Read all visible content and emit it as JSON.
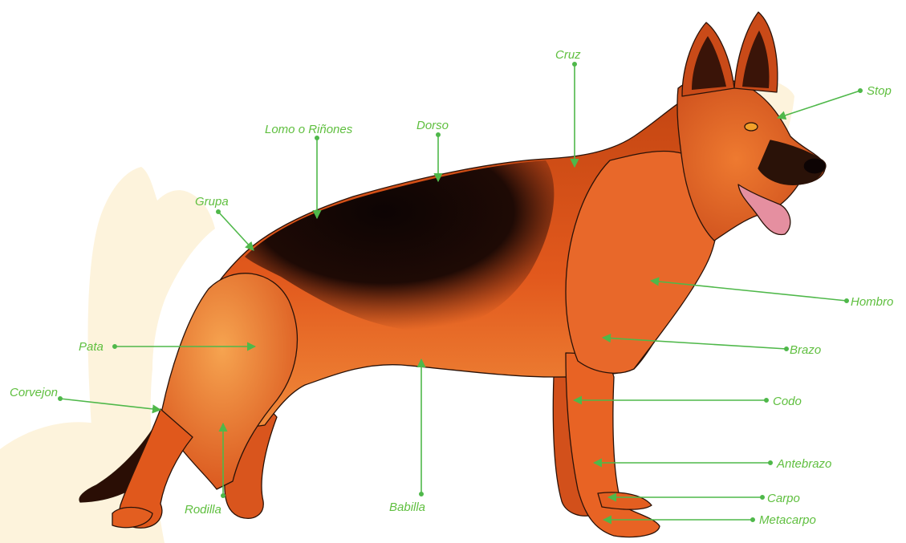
{
  "colors": {
    "label": "#5fbf3f",
    "leader": "#4fb84a",
    "silhouette": "#fdf3dc",
    "coat": "#e2591d",
    "coat_light": "#f3933f",
    "saddle": "#120606",
    "outline": "#2a1208"
  },
  "labels": {
    "cruz": "Cruz",
    "stop": "Stop",
    "dorso": "Dorso",
    "lomo": "Lomo o Riñones",
    "grupa": "Grupa",
    "hombro": "Hombro",
    "brazo": "Brazo",
    "pata": "Pata",
    "codo": "Codo",
    "corvejon": "Corvejon",
    "antebrazo": "Antebrazo",
    "carpo": "Carpo",
    "metacarpo": "Metacarpo",
    "rodilla": "Rodilla",
    "babilla": "Babilla"
  }
}
